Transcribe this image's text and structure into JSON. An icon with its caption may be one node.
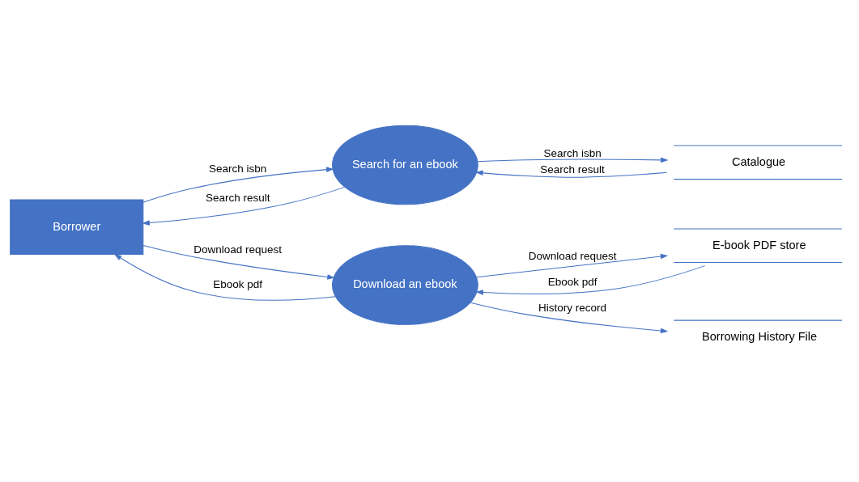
{
  "diagram": {
    "nodes": [
      {
        "text": [
          "Borrower"
        ]
      },
      {
        "text": [
          "Search for an ebook"
        ]
      },
      {
        "text": [
          "Catalogue"
        ]
      },
      {
        "text": [
          "Download an ebook"
        ]
      },
      {
        "text": [
          "E-book PDF store"
        ]
      },
      {
        "text": [
          "Borrowing History File"
        ]
      }
    ],
    "edges": [
      {
        "from": 0,
        "to": 1,
        "arrow": "to",
        "label": "Search isbn"
      },
      {
        "from": 1,
        "to": 0,
        "arrow": "to",
        "label": "Search result"
      },
      {
        "from": 1,
        "to": 2,
        "arrow": "to",
        "label": "Search isbn"
      },
      {
        "from": 2,
        "to": 1,
        "arrow": "to",
        "label": "Search result"
      },
      {
        "from": 0,
        "to": 3,
        "arrow": "to",
        "label": "Download request"
      },
      {
        "from": 3,
        "to": 0,
        "arrow": "to",
        "label": "Ebook pdf"
      },
      {
        "from": 3,
        "to": 4,
        "arrow": "to",
        "label": "Download request"
      },
      {
        "from": 4,
        "to": 3,
        "arrow": "to",
        "label": "Ebook pdf"
      },
      {
        "from": 3,
        "to": 5,
        "arrow": "to",
        "label": "History record"
      }
    ]
  }
}
